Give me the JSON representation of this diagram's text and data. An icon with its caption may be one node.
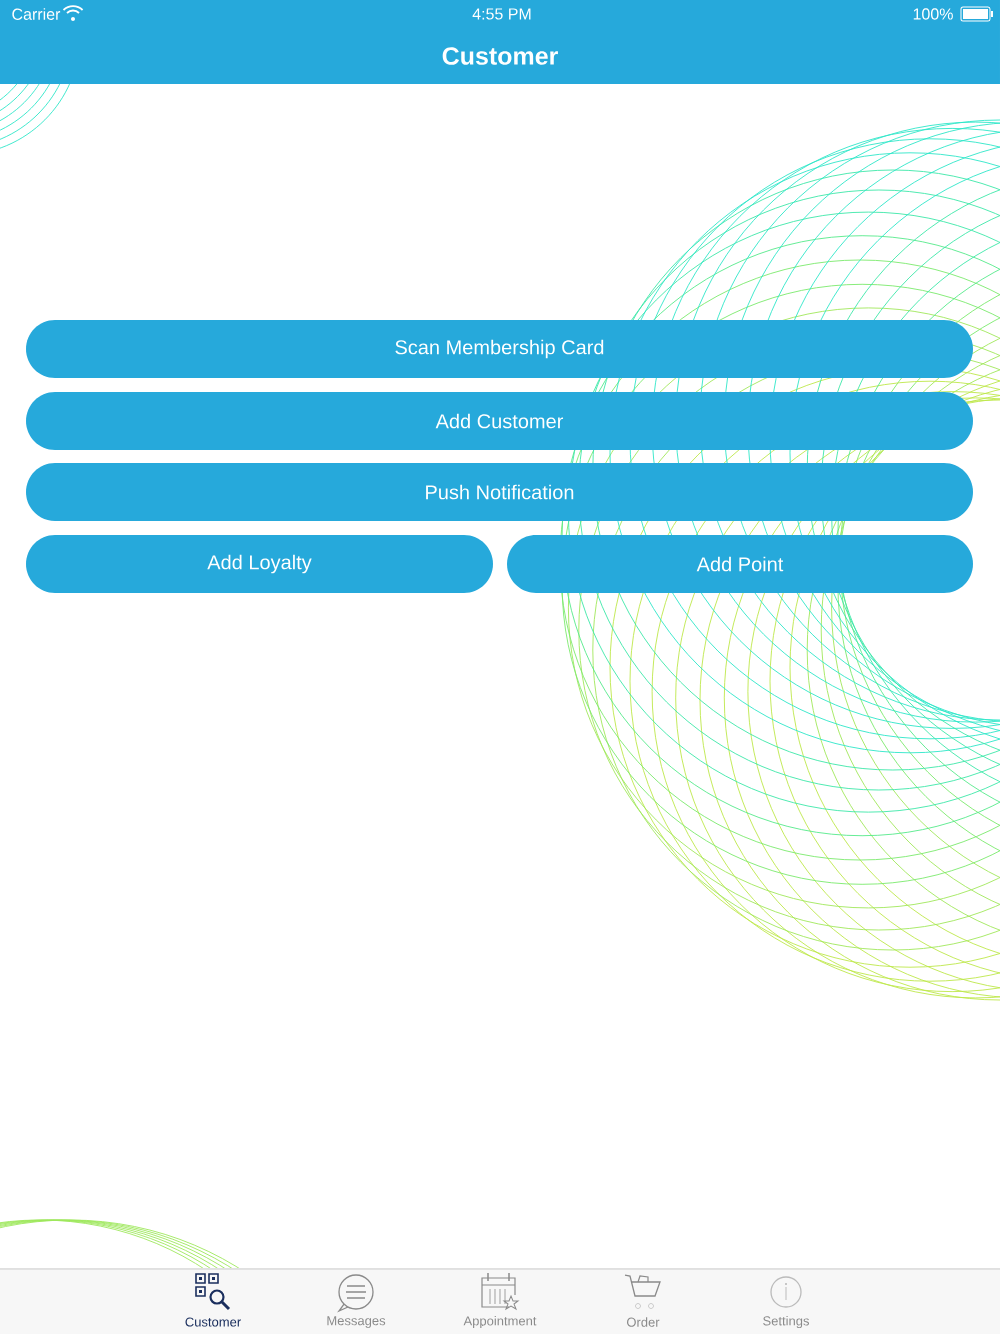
{
  "diagram": {
    "title": "Customer",
    "nodes": [
      {
        "text": [
          "Scan Membership Card"
        ]
      },
      {
        "text": [
          "Add Customer"
        ]
      },
      {
        "text": [
          "Push Notification"
        ]
      },
      {
        "text": [
          "Add Loyalty"
        ]
      },
      {
        "text": [
          "Add Point"
        ]
      }
    ],
    "labels": [
      "Carrier",
      "4:55 PM",
      "100%",
      "Customer",
      "Messages",
      "Appointment",
      "Order",
      "Settings"
    ]
  }
}
